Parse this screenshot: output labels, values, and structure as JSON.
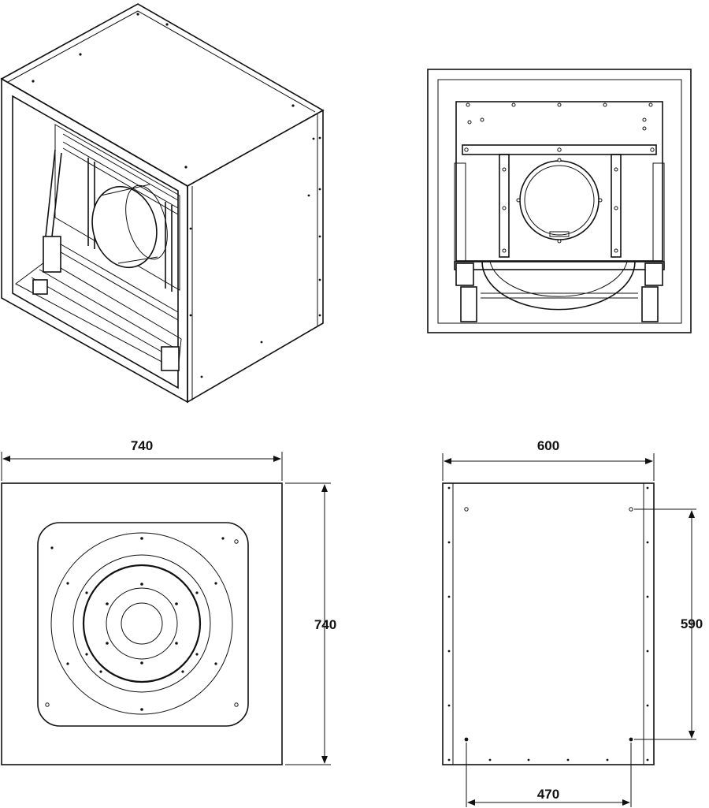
{
  "dimensions": {
    "front_width": "740",
    "front_height": "740",
    "side_width": "600",
    "side_hole_height": "590",
    "side_hole_spacing": "470"
  }
}
